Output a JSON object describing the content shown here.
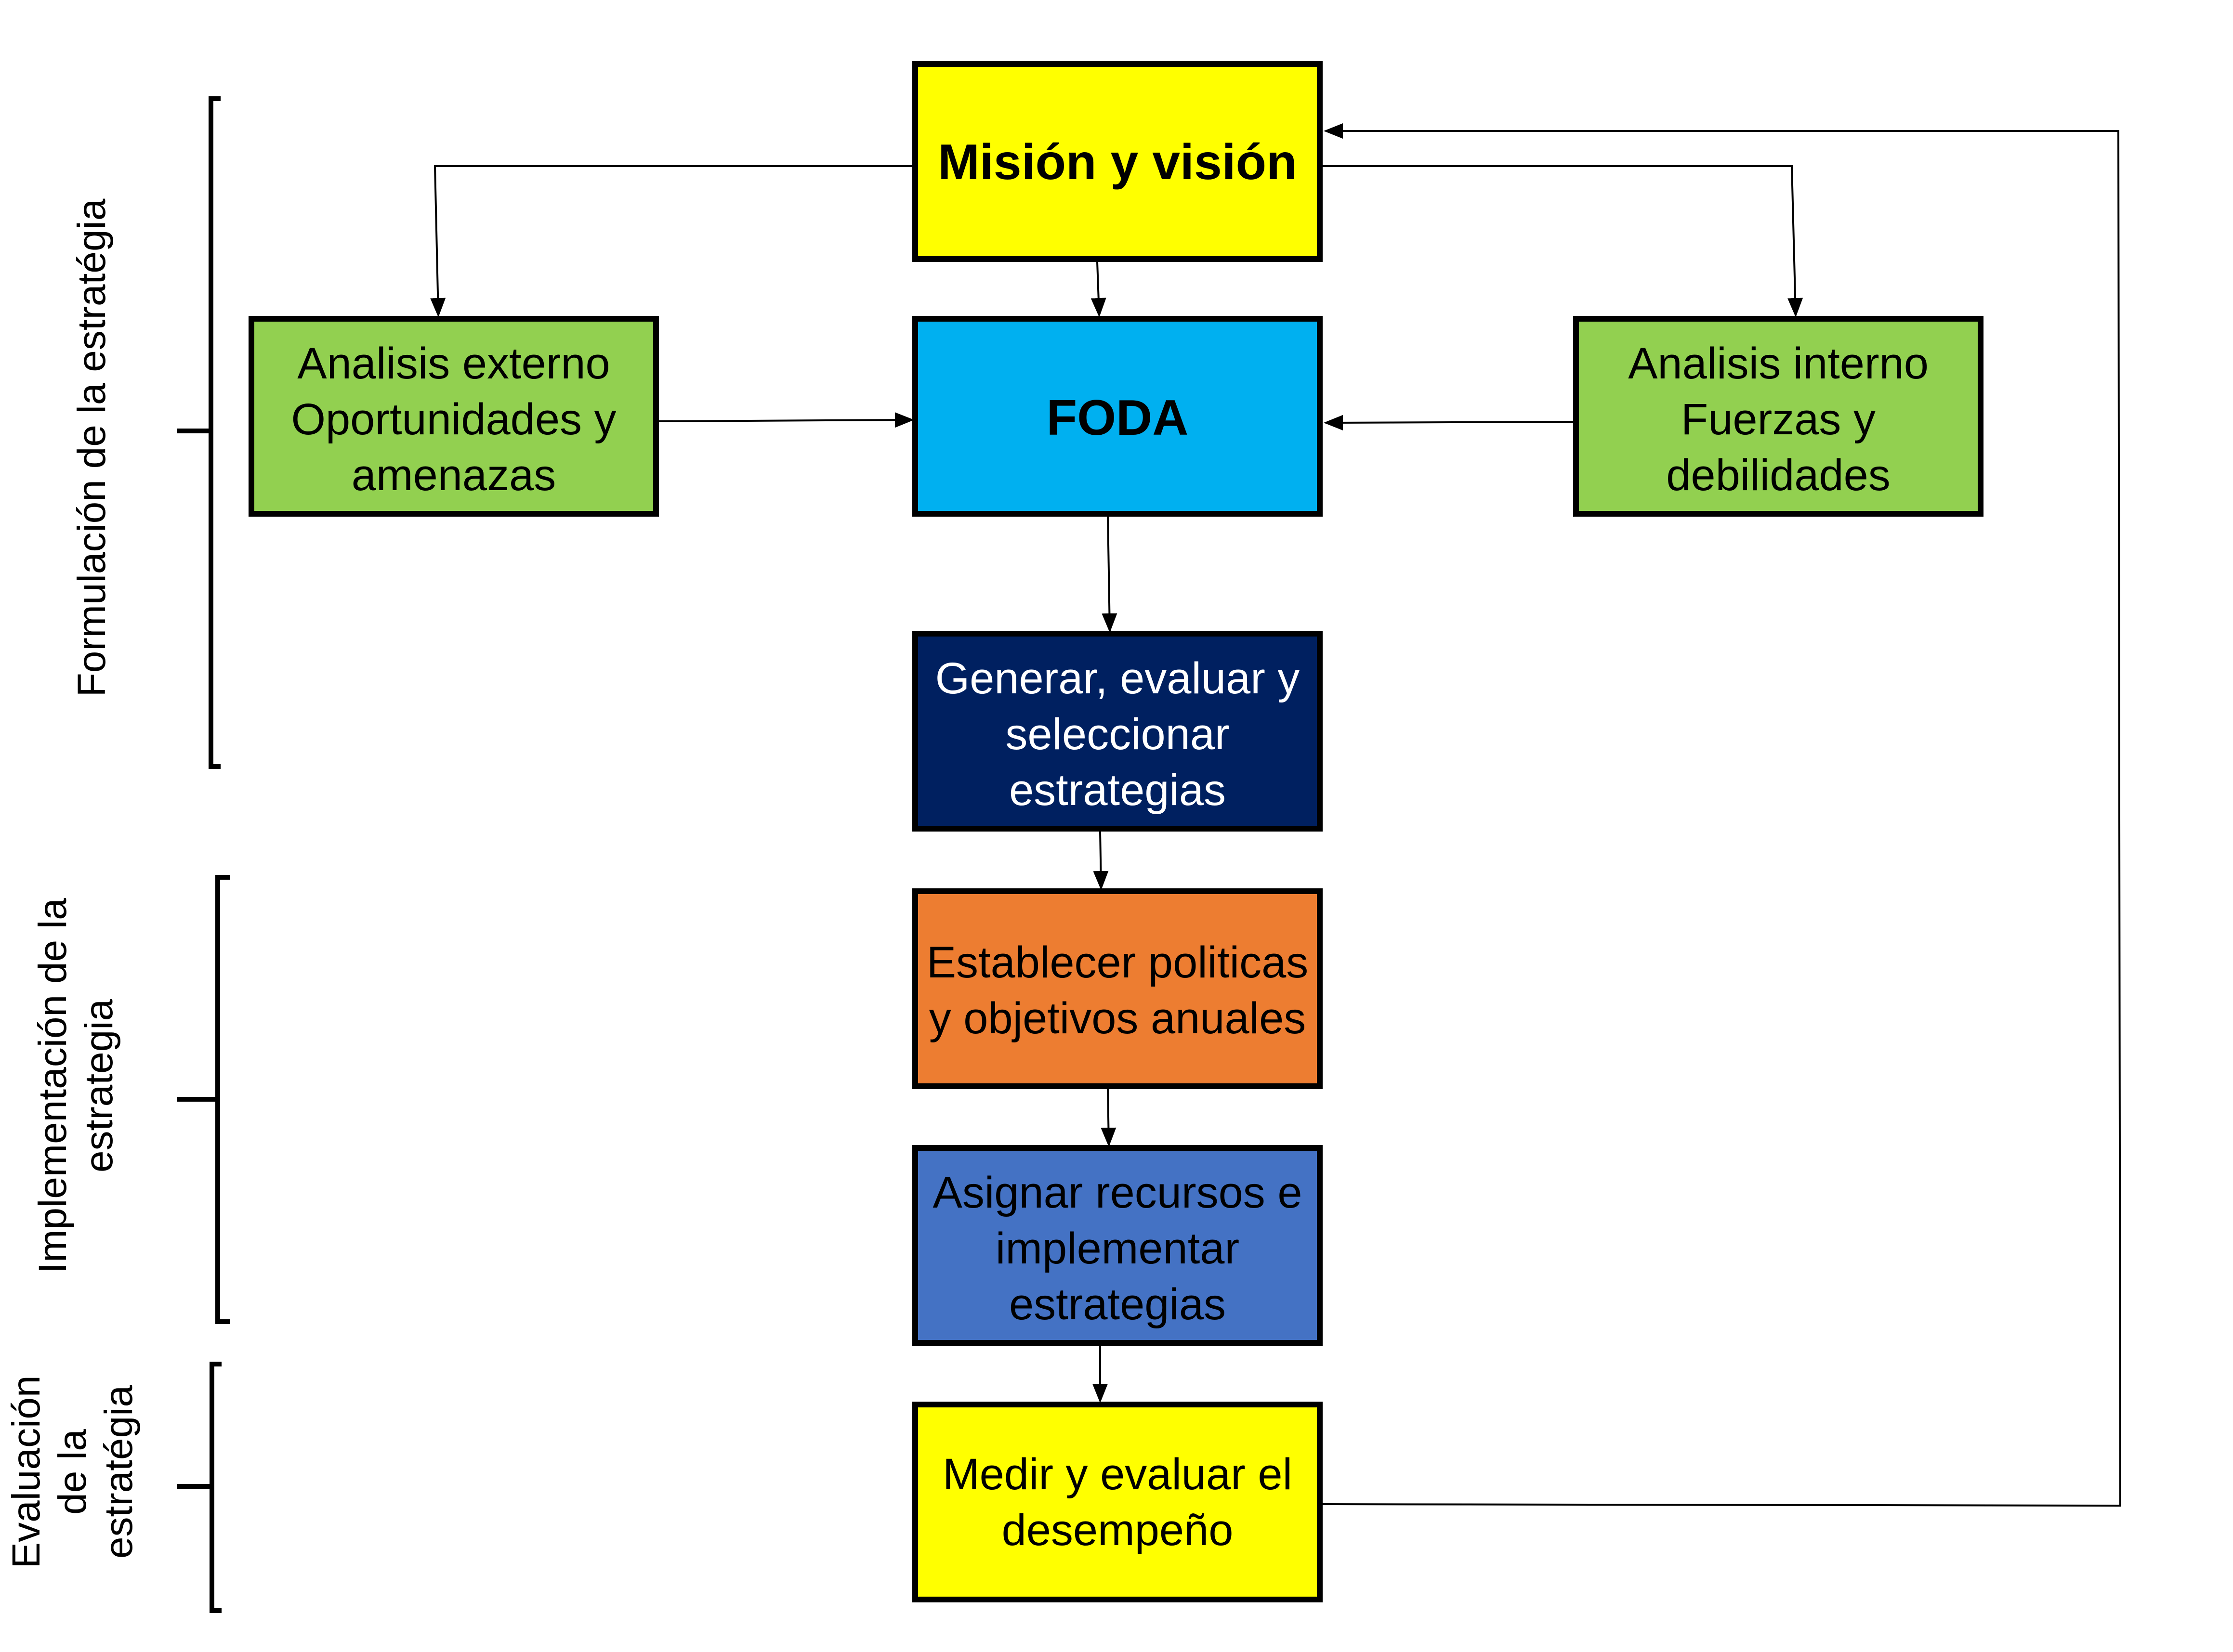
{
  "colors": {
    "yellow": "#FFFF00",
    "green": "#92D050",
    "cyan": "#00B0F0",
    "navy": "#002060",
    "orange": "#ED7D31",
    "blue": "#4472C4",
    "white_text": "#FFFFFF",
    "black_text": "#000000"
  },
  "nodes": {
    "mision": {
      "lines": [
        "Misión y visión"
      ]
    },
    "externo": {
      "lines": [
        "Analisis externo",
        "Oportunidades y",
        "amenazas"
      ]
    },
    "foda": {
      "lines": [
        "FODA"
      ]
    },
    "interno": {
      "lines": [
        "Analisis interno",
        "Fuerzas y",
        "debilidades"
      ]
    },
    "generar": {
      "lines": [
        "Generar, evaluar y",
        "seleccionar",
        "estrategias"
      ]
    },
    "establecer": {
      "lines": [
        "Establecer politicas",
        "y objetivos anuales"
      ]
    },
    "asignar": {
      "lines": [
        "Asignar recursos e",
        "implementar",
        "estrategias"
      ]
    },
    "medir": {
      "lines": [
        "Medir y evaluar el",
        "desempeño"
      ]
    }
  },
  "phases": {
    "formulacion": {
      "lines": [
        "Formulación de la estratégia"
      ]
    },
    "implementacion": {
      "lines": [
        "Implementación de la",
        "estrategia"
      ]
    },
    "evaluacion": {
      "lines": [
        "Evaluación",
        "de la",
        "estratégia"
      ]
    }
  }
}
